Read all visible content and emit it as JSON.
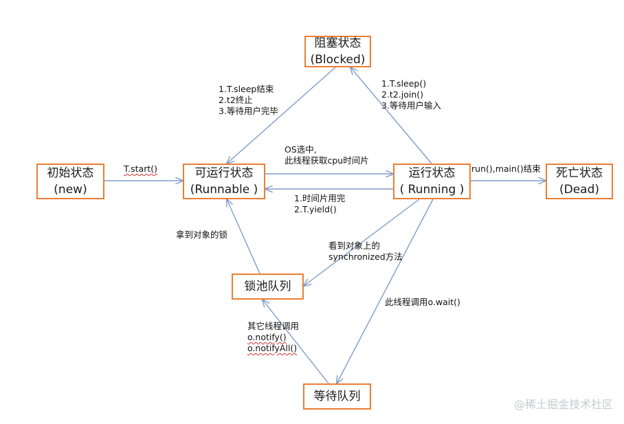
{
  "diagram": {
    "colors": {
      "node_border": "#ED7D31",
      "edge": "#7F9BC9",
      "text": "#111111"
    },
    "nodes": {
      "blocked": {
        "line1": "阻塞状态",
        "line2": "(Blocked)"
      },
      "new": {
        "line1": "初始状态",
        "line2": "(new)"
      },
      "runnable": {
        "line1": "可运行状态",
        "line2": "(Runnable )"
      },
      "running": {
        "line1": "运行状态",
        "line2": "( Running )"
      },
      "dead": {
        "line1": "死亡状态",
        "line2": "(Dead)"
      },
      "lock_pool": {
        "line1": "锁池队列"
      },
      "wait_queue": {
        "line1": "等待队列"
      }
    },
    "edge_labels": {
      "t_start": "T.start()",
      "os_select": {
        "line1": "OS选中,",
        "line2": "此线程获取cpu时间片"
      },
      "timeslice": {
        "line1": "1.时间片用完",
        "line2": "2.T.yield()"
      },
      "run_end": "run(),main()结束",
      "blocked_to_runnable": {
        "line1": "1.T.sleep结束",
        "line2": "2.t2终止",
        "line3": "3.等待用户完毕"
      },
      "running_to_blocked": {
        "line1": "1.T.sleep()",
        "line2": "2.t2.join()",
        "line3": "3.等待用户输入"
      },
      "get_lock": "拿到对象的锁",
      "see_sync": {
        "line1": "看到对象上的",
        "line2": "synchronized方法"
      },
      "call_wait": "此线程调用o.wait()",
      "notify": {
        "line1": "其它线程调用",
        "line2": "o.notify()",
        "line3": "o.notifyAll()"
      }
    }
  },
  "watermark": "@稀土掘金技术社区"
}
